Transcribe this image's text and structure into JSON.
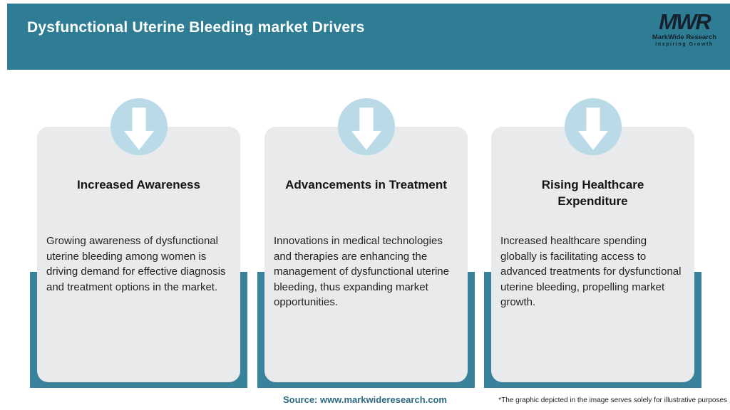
{
  "header": {
    "title": "Dysfunctional Uterine Bleeding market Drivers",
    "logo": {
      "mark": "MWR",
      "name": "MarkWide Research",
      "tagline": "Inspiring Growth"
    }
  },
  "cards": [
    {
      "icon": "down-arrow-icon",
      "title": "Increased Awareness",
      "body": "Growing awareness of dysfunctional uterine bleeding among women is driving demand for effective diagnosis and treatment options in the market."
    },
    {
      "icon": "down-arrow-icon",
      "title": "Advancements in Treatment",
      "body": "Innovations in medical technologies and therapies are enhancing the management of dysfunctional uterine bleeding, thus expanding market opportunities."
    },
    {
      "icon": "down-arrow-icon",
      "title": "Rising Healthcare\nExpenditure",
      "body": "Increased healthcare spending globally is facilitating access to advanced treatments for dysfunctional uterine bleeding, propelling market growth."
    }
  ],
  "footer": {
    "source": "Source: www.markwideresearch.com",
    "disclaimer": "*The graphic depicted in the image serves solely for illustrative purposes"
  },
  "colors": {
    "header_teal": "#2e7d94",
    "back_teal": "#38839b",
    "circle_blue": "#b9dae6",
    "card_gray": "#e9eaeb",
    "source_text": "#2e6b82",
    "logo_dark": "#15212c"
  }
}
